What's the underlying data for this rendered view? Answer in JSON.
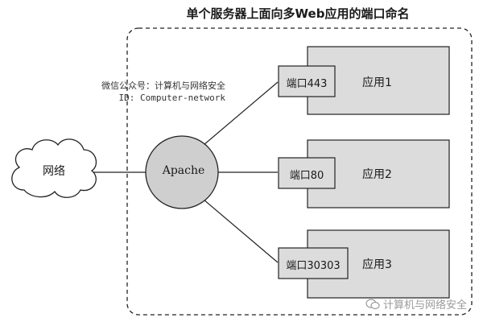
{
  "diagram": {
    "title": "单个服务器上面向多Web应用的端口命名",
    "network_label": "网络",
    "server_label": "Apache",
    "ports": [
      {
        "port_label": "端口443",
        "app_label": "应用1"
      },
      {
        "port_label": "端口80",
        "app_label": "应用2"
      },
      {
        "port_label": "端口30303",
        "app_label": "应用3"
      }
    ]
  },
  "overlay": {
    "wechat_account": "微信公众号：计算机与网络安全",
    "wechat_id": "ID: Computer-network",
    "watermark": "计算机与网络安全"
  },
  "colors": {
    "app_box_fill": "#dcdcdc",
    "apache_fill": "#cfcfcf",
    "stroke": "#222222",
    "watermark": "#9a9a9a"
  }
}
